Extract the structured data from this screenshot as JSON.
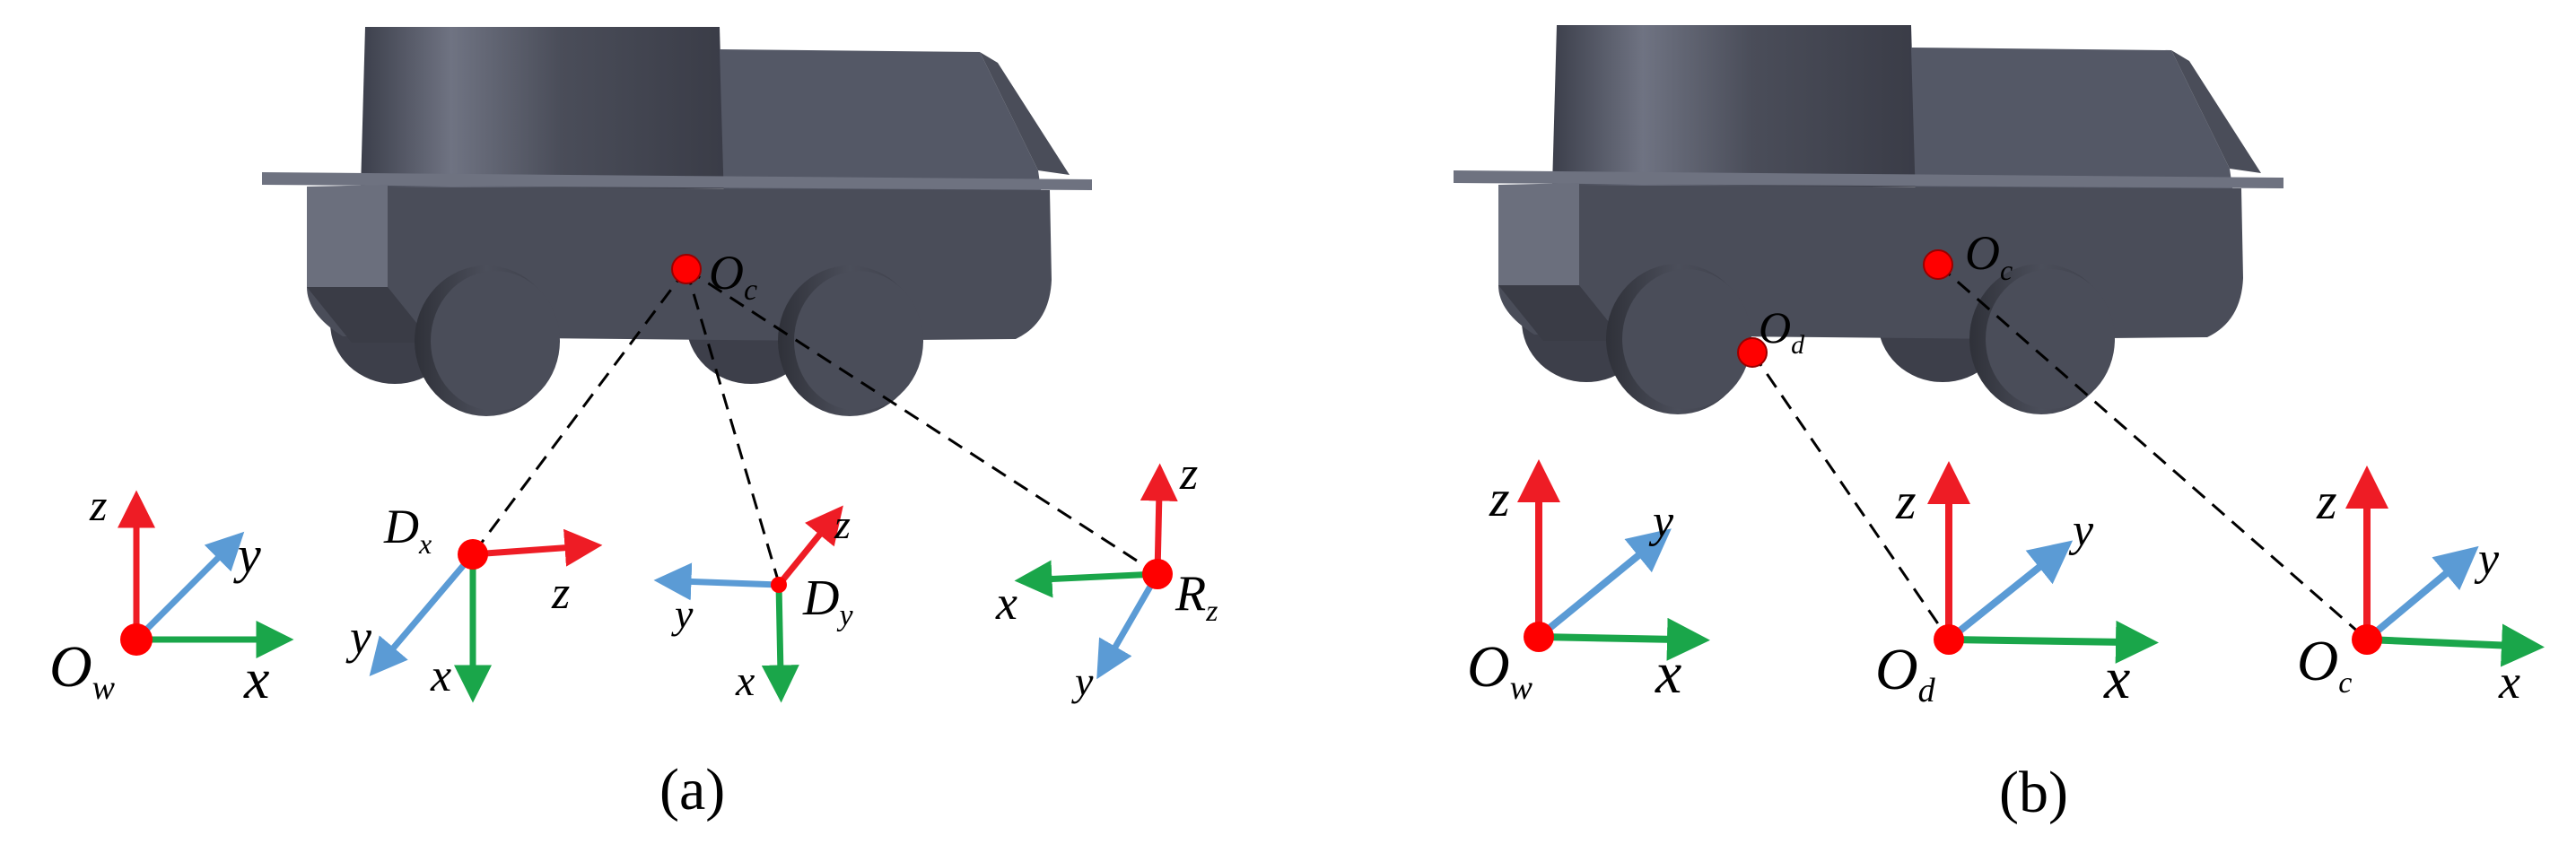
{
  "colors": {
    "axis_red": "#ee1c25",
    "axis_green": "#1aa64a",
    "axis_blue": "#5b9bd5",
    "point_red": "#ff0000",
    "robot_body": "#4a4d59",
    "robot_light": "#6b6f7d",
    "robot_dark": "#3a3c46"
  },
  "panel_a": {
    "caption_open": "(",
    "caption_letter": "a",
    "caption_close": ")",
    "center_label_main": "O",
    "center_label_sub": "c",
    "frames": {
      "world": {
        "origin_main": "O",
        "origin_sub": "w",
        "x": "x",
        "y": "y",
        "z": "z"
      },
      "dx": {
        "label_main": "D",
        "label_sub": "x",
        "x": "x",
        "y": "y",
        "z": "z"
      },
      "dy": {
        "label_main": "D",
        "label_sub": "y",
        "x": "x",
        "y": "y",
        "z": "z"
      },
      "rz": {
        "label_main": "R",
        "label_sub": "z",
        "x": "x",
        "y": "y",
        "z": "z"
      }
    }
  },
  "panel_b": {
    "caption_open": "(",
    "caption_letter": "b",
    "caption_close": ")",
    "center_label_main": "O",
    "center_label_sub": "c",
    "wheel_label_main": "O",
    "wheel_label_sub": "d",
    "frames": {
      "world": {
        "origin_main": "O",
        "origin_sub": "w",
        "x": "x",
        "y": "y",
        "z": "z"
      },
      "d": {
        "origin_main": "O",
        "origin_sub": "d",
        "x": "x",
        "y": "y",
        "z": "z"
      },
      "c": {
        "origin_main": "O",
        "origin_sub": "c",
        "x": "x",
        "y": "y",
        "z": "z"
      }
    }
  }
}
